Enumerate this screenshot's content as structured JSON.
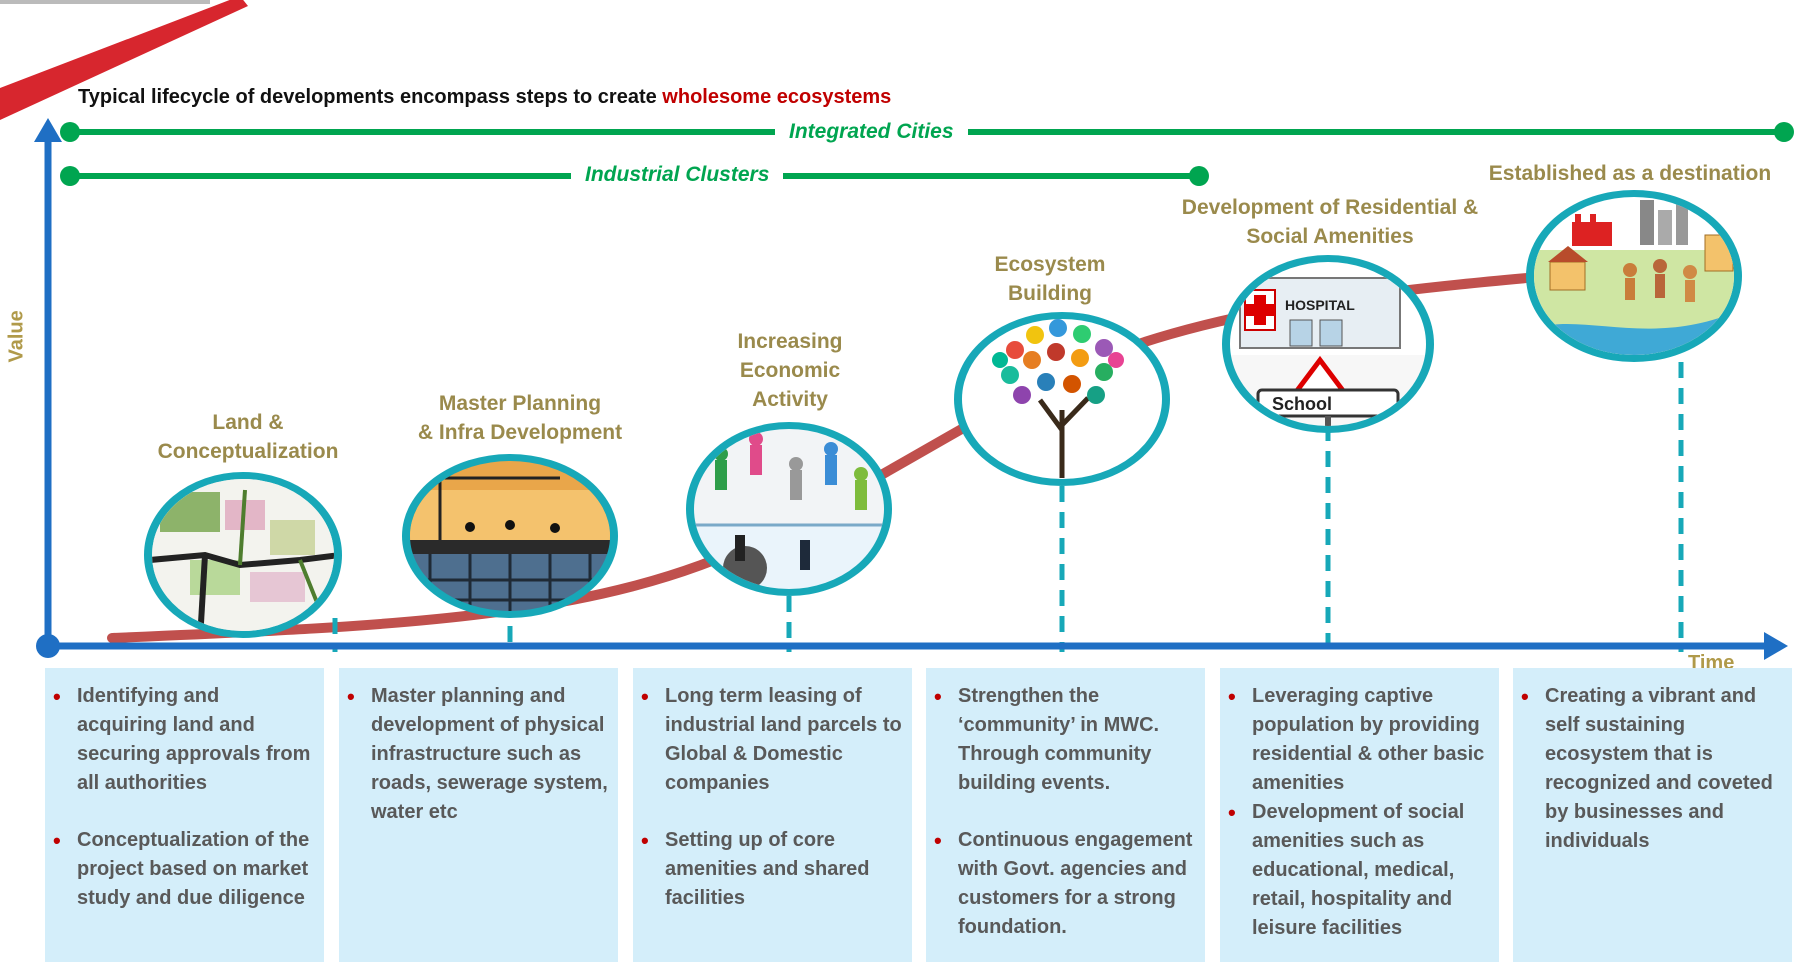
{
  "heading": {
    "prefix": "Typical lifecycle of developments encompass steps to create ",
    "highlight": "wholesome ecosystems"
  },
  "bands": {
    "integrated": "Integrated Cities",
    "industrial": "Industrial Clusters"
  },
  "axes": {
    "y": "Value",
    "x": "Time"
  },
  "colors": {
    "axis": "#1f6fc4",
    "curve": "#c0504d",
    "band": "#00a550",
    "ring": "#17a8b8",
    "panel": "#d4eefa",
    "bullet": "#c00000",
    "stage_title": "#9a8a4c"
  },
  "stages": [
    {
      "title": [
        "Land &",
        "Conceptualization"
      ],
      "icon": "site-map-icon",
      "bullets": [
        "Identifying and acquiring land and securing approvals from all authorities",
        "Conceptualization of the project based on market study and due diligence"
      ]
    },
    {
      "title": [
        "Master Planning",
        "& Infra Development"
      ],
      "icon": "construction-icon",
      "bullets": [
        "Master planning and development of physical infrastructure such as roads, sewerage system, water etc"
      ]
    },
    {
      "title": [
        "Increasing",
        "Economic",
        "Activity"
      ],
      "icon": "business-people-icon",
      "bullets": [
        "Long term leasing of industrial land parcels to Global & Domestic companies",
        "Setting up of core amenities and shared facilities"
      ]
    },
    {
      "title": [
        "Ecosystem",
        "Building"
      ],
      "icon": "community-tree-icon",
      "bullets": [
        "Strengthen the ‘community’ in MWC. Through community building events.",
        "Continuous engagement with Govt. agencies and customers for a strong foundation."
      ]
    },
    {
      "title": [
        "Development of Residential &",
        "Social Amenities"
      ],
      "icon": "hospital-school-icon",
      "bullets": [
        "Leveraging captive population by providing residential & other basic amenities",
        "Development of social amenities such as educational, medical, retail, hospitality and leisure facilities"
      ]
    },
    {
      "title": [
        "Established as a destination"
      ],
      "icon": "city-destination-icon",
      "bullets": [
        "Creating a vibrant and self sustaining ecosystem that is recognized and coveted by businesses and individuals"
      ]
    }
  ]
}
